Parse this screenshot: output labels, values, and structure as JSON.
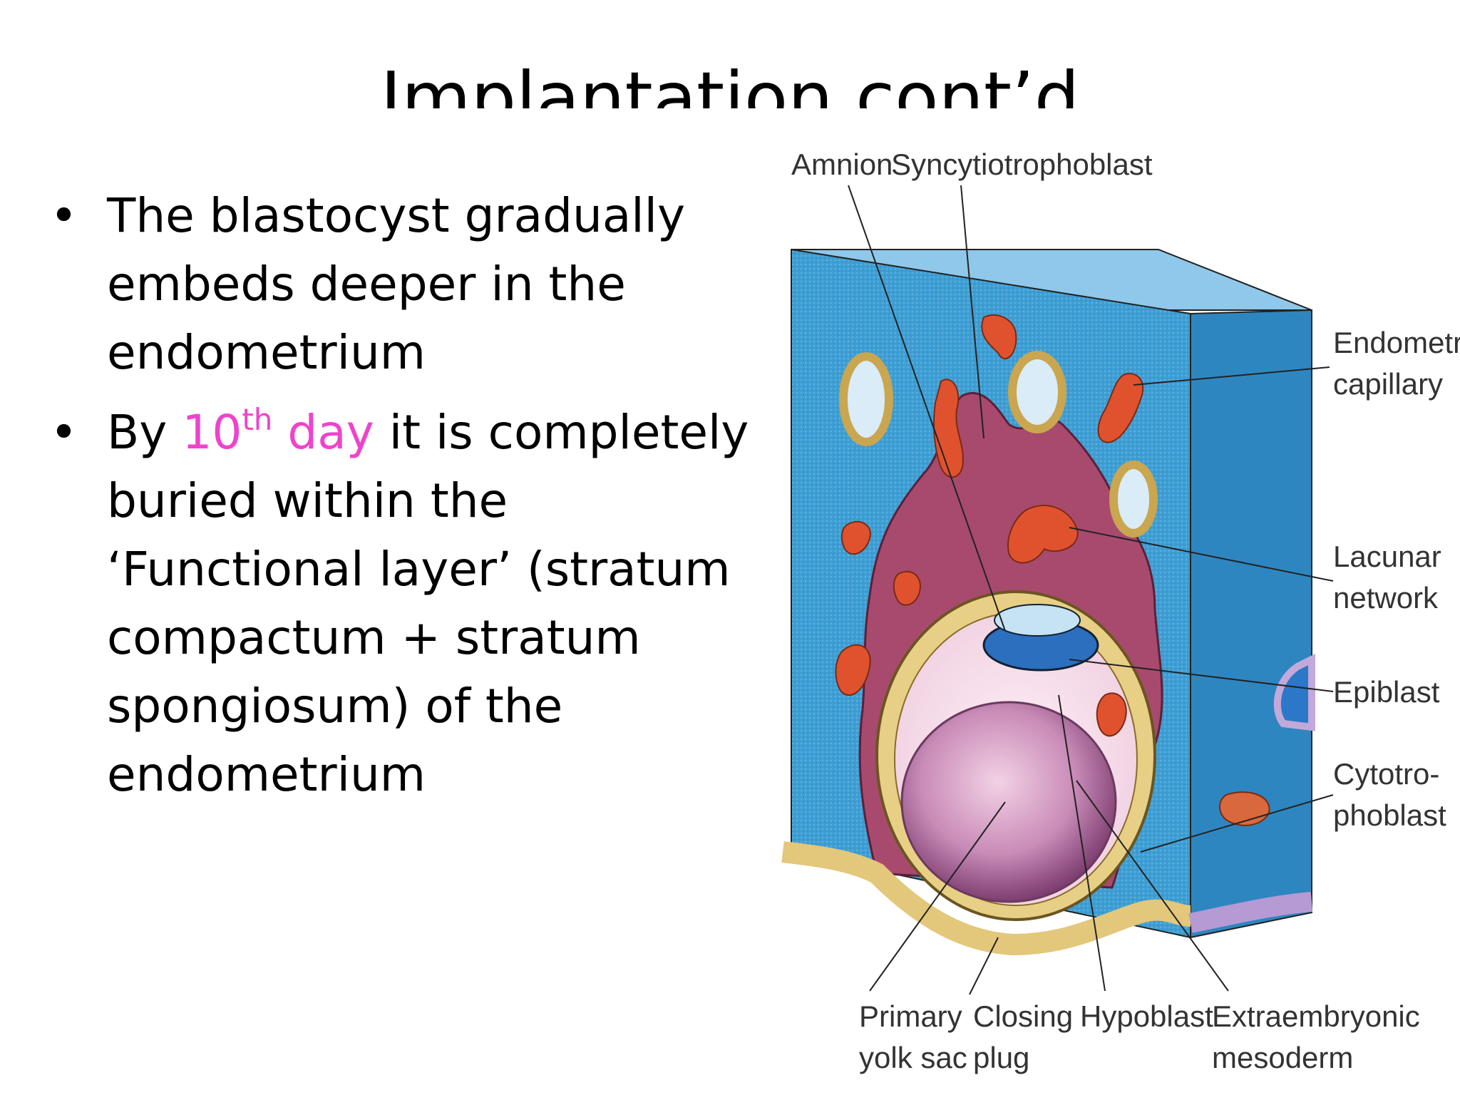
{
  "slide": {
    "title": "Implantation cont’d",
    "bullets": [
      {
        "text": "The blastocyst gradually embeds deeper in the endometrium"
      },
      {
        "prefix": "By ",
        "highlight_number": "10",
        "highlight_sup": "th",
        "highlight_word": " day",
        "suffix": " it is completely buried within the ‘Functional layer’ (stratum compactum + stratum spongiosum) of the endometrium"
      }
    ],
    "bullet_symbol": "•",
    "colors": {
      "highlight": "#ee44cc",
      "tissue_blue": "#3f9fd4",
      "trophoblast": "#a84a6e",
      "capillary": "#e0522e"
    }
  },
  "diagram": {
    "labels": {
      "amnion": "Amnion",
      "syncytiotrophoblast": "Syncytiotrophoblast",
      "endometrial_1": "Endometrial",
      "endometrial_2": "capillary",
      "lacunar_1": "Lacunar",
      "lacunar_2": "network",
      "epiblast": "Epiblast",
      "cytotro_1": "Cytotro-",
      "cytotro_2": "phoblast",
      "primary_1": "Primary",
      "primary_2": "yolk sac",
      "closing_1": "Closing",
      "closing_2": "plug",
      "hypoblast": "Hypoblast",
      "extra_1": "Extraembryonic",
      "extra_2": "mesoderm"
    }
  }
}
